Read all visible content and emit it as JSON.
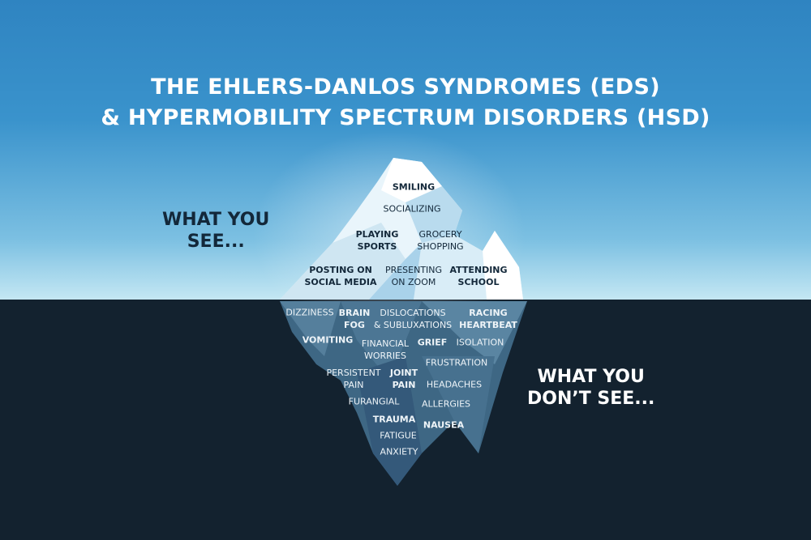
{
  "title": {
    "line1": "THE EHLERS-DANLOS SYNDROMES (EDS)",
    "line2": "& HYPERMOBILITY SPECTRUM DISORDERS (HSD)"
  },
  "see": {
    "line1": "WHAT YOU",
    "line2": "SEE..."
  },
  "dont_see": {
    "line1": "WHAT YOU",
    "line2": "DON’T SEE..."
  },
  "above": [
    "SMILING",
    "SOCIALIZING",
    "PLAYING\nSPORTS",
    "GROCERY\nSHOPPING",
    "POSTING ON\nSOCIAL MEDIA",
    "PRESENTING\nON ZOOM",
    "ATTENDING\nSCHOOL"
  ],
  "below": [
    "DIZZINESS",
    "BRAIN\nFOG",
    "DISLOCATIONS\n& SUBLUXATIONS",
    "RACING\nHEARTBEAT",
    "VOMITING",
    "FINANCIAL\nWORRIES",
    "GRIEF",
    "ISOLATION",
    "FRUSTRATION",
    "PERSISTENT\nPAIN",
    "JOINT\nPAIN",
    "HEADACHES",
    "FURANGIAL",
    "ALLERGIES",
    "TRAUMA",
    "NAUSEA",
    "FATIGUE",
    "ANXIETY"
  ],
  "colors": {
    "sky": "#2f84c1",
    "water": "#13222f",
    "ice": "#ffffff",
    "text_dark": "#13283a"
  }
}
